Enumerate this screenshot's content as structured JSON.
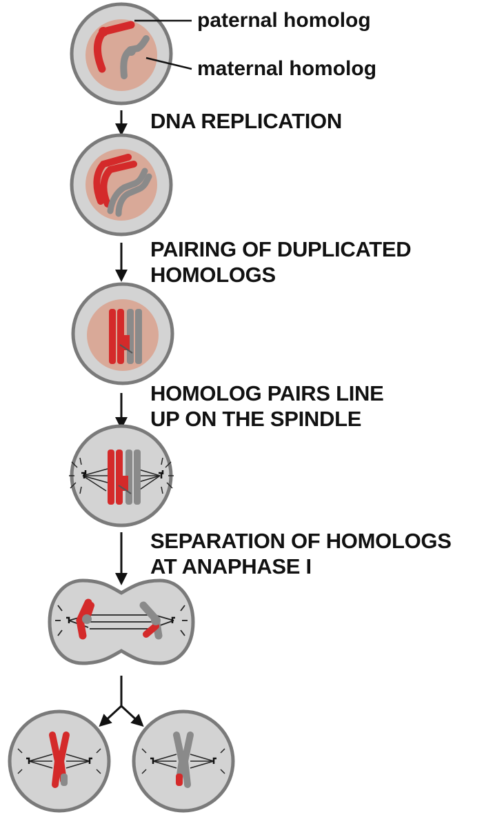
{
  "colors": {
    "paternal": "#d42a2a",
    "maternal": "#8a8a8a",
    "cell_fill": "#d3d3d3",
    "cell_outline": "#7a7a7a",
    "nucleus": "#d9a998",
    "text": "#111111"
  },
  "labels": {
    "paternal": "paternal homolog",
    "maternal": "maternal homolog"
  },
  "steps": [
    {
      "line1": "DNA REPLICATION",
      "line2": ""
    },
    {
      "line1": "PAIRING OF DUPLICATED",
      "line2": "HOMOLOGS"
    },
    {
      "line1": "HOMOLOG PAIRS LINE",
      "line2": "UP ON THE SPINDLE"
    },
    {
      "line1": "SEPARATION OF HOMOLOGS",
      "line2": "AT ANAPHASE I"
    }
  ]
}
